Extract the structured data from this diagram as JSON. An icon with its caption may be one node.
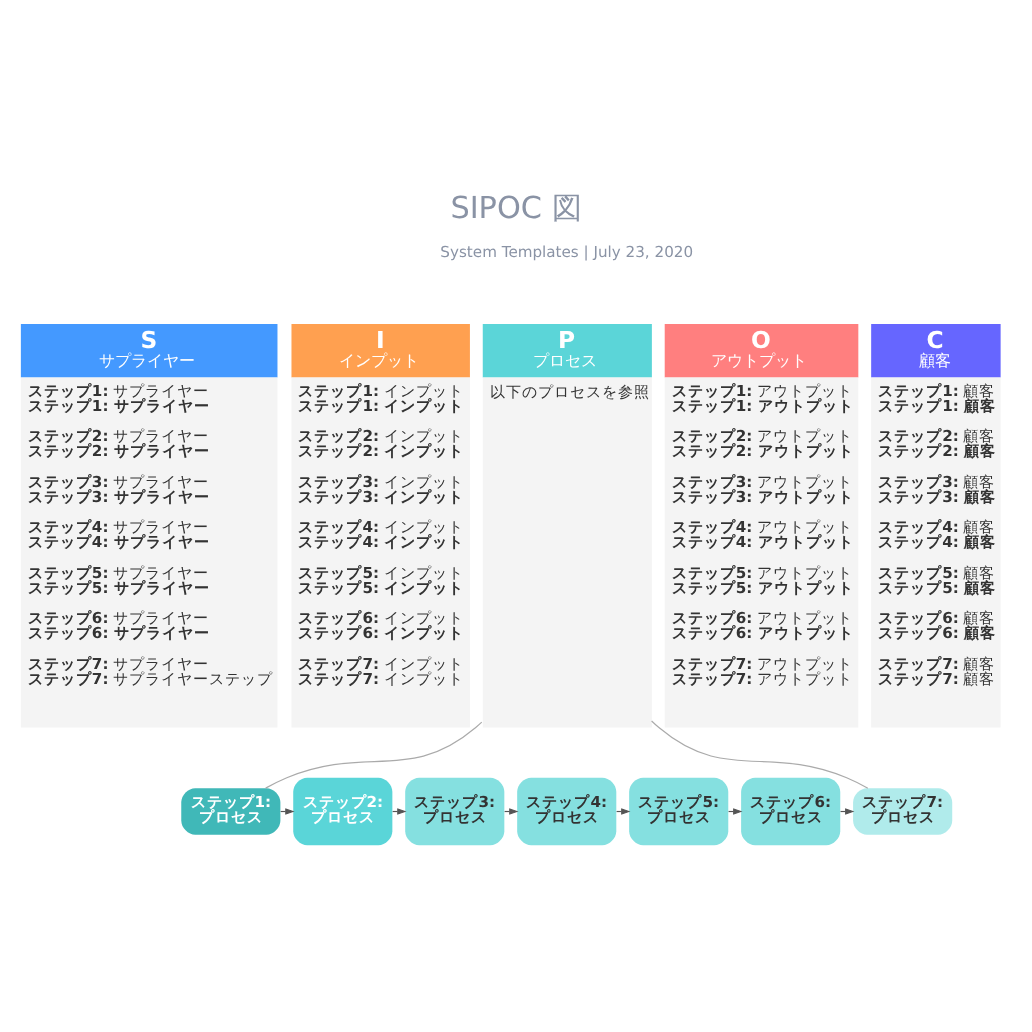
{
  "diagram": {
    "title": "SIPOC 図",
    "nodes": [
      {
        "text": [
          "S",
          "サプライヤー",
          "**ステップ1:** サプライヤー",
          "**ステップ1: サプライヤー**",
          "**ステップ2:** サプライヤー",
          "**ステップ2: サプライヤー**",
          "**ステップ3:** サプライヤー",
          "**ステップ3: サプライヤー**",
          "**ステップ4:** サプライヤー",
          "**ステップ4: サプライヤー**",
          "**ステップ5:** サプライヤー",
          "**ステップ5: サプライヤー**",
          "**ステップ6:** サプライヤー",
          "**ステップ6: サプライヤー**",
          "**ステップ7:** サプライヤー",
          "**ステップ7:** サプライヤーステップ"
        ]
      },
      {
        "text": [
          "I",
          "インプット",
          "**ステップ1:** インプット",
          "**ステップ1: インプット**",
          "**ステップ2:** インプット",
          "**ステップ2: インプット**",
          "**ステップ3:** インプット",
          "**ステップ3: インプット**",
          "**ステップ4:** インプット",
          "**ステップ4: インプット**",
          "**ステップ5:** インプット",
          "**ステップ5: インプット**",
          "**ステップ6:** インプット",
          "**ステップ6: インプット**",
          "**ステップ7:** インプット",
          "**ステップ7:** インプット"
        ]
      },
      {
        "text": [
          "P",
          "プロセス",
          "以下のプロセスを参照"
        ]
      },
      {
        "text": [
          "O",
          "アウトプット",
          "**ステップ1:** アウトプット",
          "**ステップ1: アウトプット**",
          "**ステップ2:** アウトプット",
          "**ステップ2: アウトプット**",
          "**ステップ3:** アウトプット",
          "**ステップ3: アウトプット**",
          "**ステップ4:** アウトプット",
          "**ステップ4: アウトプット**",
          "**ステップ5:** アウトプット",
          "**ステップ5: アウトプット**",
          "**ステップ6:** アウトプット",
          "**ステップ6: アウトプット**",
          "**ステップ7:** アウトプット",
          "**ステップ7:** アウトプット"
        ]
      },
      {
        "text": [
          "C",
          "顧客",
          "**ステップ1:** 顧客",
          "**ステップ1: 顧客**",
          "**ステップ2:** 顧客",
          "**ステップ2: 顧客**",
          "**ステップ3:** 顧客",
          "**ステップ3: 顧客**",
          "**ステップ4:** 顧客",
          "**ステップ4: 顧客**",
          "**ステップ5:** 顧客",
          "**ステップ5: 顧客**",
          "**ステップ6:** 顧客",
          "**ステップ6: 顧客**",
          "**ステップ7:** 顧客",
          "**ステップ7:** 顧客"
        ]
      },
      {
        "text": [
          "ステップ1: プロセス"
        ]
      },
      {
        "text": [
          "ステップ2: プロセス"
        ]
      },
      {
        "text": [
          "ステップ3: プロセス"
        ]
      },
      {
        "text": [
          "ステップ4: プロセス"
        ]
      },
      {
        "text": [
          "ステップ5: プロセス"
        ]
      },
      {
        "text": [
          "ステップ6: プロセス"
        ]
      },
      {
        "text": [
          "ステップ7: プロセス"
        ]
      }
    ],
    "edges": [
      {
        "from": 5,
        "to": 6,
        "arrow": "to"
      },
      {
        "from": 6,
        "to": 7,
        "arrow": "to"
      },
      {
        "from": 7,
        "to": 8,
        "arrow": "to"
      },
      {
        "from": 8,
        "to": 9,
        "arrow": "to"
      },
      {
        "from": 9,
        "to": 10,
        "arrow": "to"
      },
      {
        "from": 10,
        "to": 11,
        "arrow": "to"
      },
      {
        "from": 2,
        "to": 5,
        "arrow": "none",
        "color": "#aaaaaa"
      },
      {
        "from": 2,
        "to": 11,
        "arrow": "none",
        "color": "#aaaaaa"
      }
    ],
    "labels": [
      "System Templates | July 23, 2020"
    ]
  }
}
